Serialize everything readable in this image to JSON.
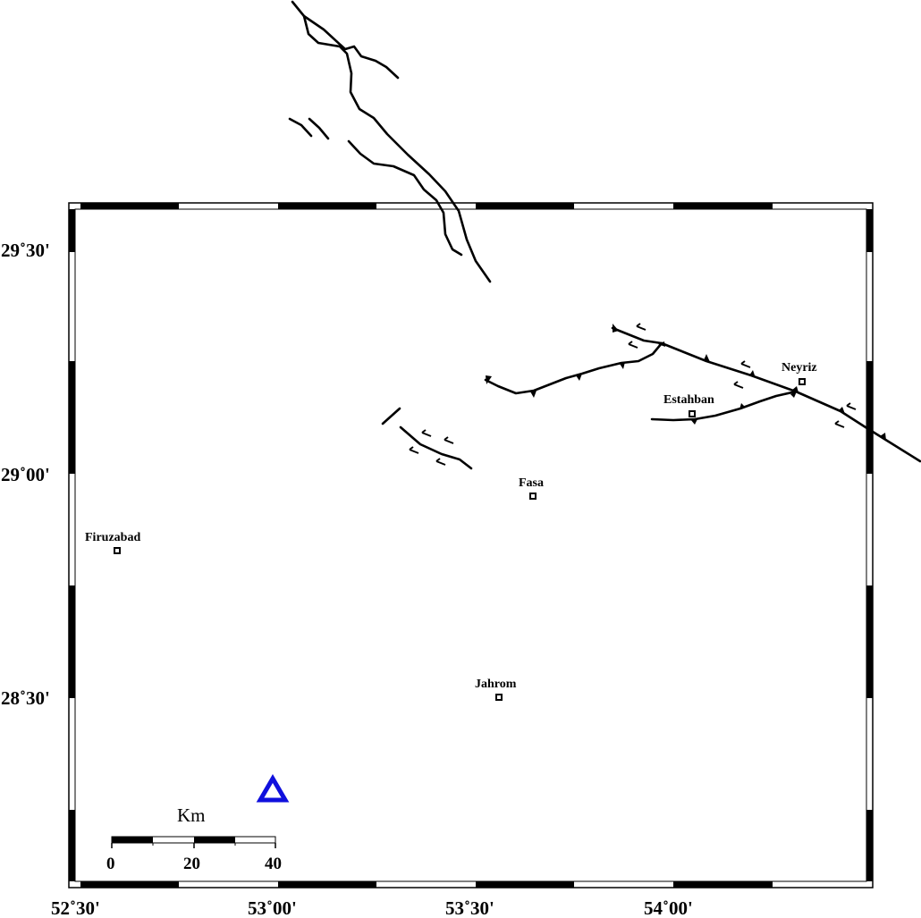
{
  "map": {
    "lon_labels": [
      "52˚30'",
      "53˚00'",
      "53˚30'",
      "54˚00'"
    ],
    "lat_labels": [
      "29˚30'",
      "29˚00'",
      "28˚30'"
    ],
    "cities": [
      {
        "name": "Firuzabad"
      },
      {
        "name": "Fasa"
      },
      {
        "name": "Jahrom"
      },
      {
        "name": "Estahban"
      },
      {
        "name": "Neyriz"
      }
    ],
    "station_marker": {
      "shape": "triangle",
      "color": "#1010dd"
    },
    "scale_bar": {
      "title": "Km",
      "ticks": [
        "0",
        "20",
        "40"
      ]
    },
    "colors": {
      "frame": "#000000",
      "faults": "#000000",
      "station": "#1010dd"
    }
  }
}
